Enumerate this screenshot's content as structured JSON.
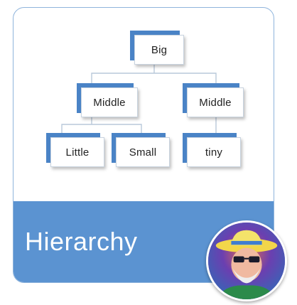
{
  "diagram": {
    "root": {
      "label": "Big"
    },
    "mid_left": {
      "label": "Middle"
    },
    "mid_right": {
      "label": "Middle"
    },
    "leaf_1": {
      "label": "Little"
    },
    "leaf_2": {
      "label": "Small"
    },
    "leaf_3": {
      "label": "tiny"
    }
  },
  "banner": {
    "title": "Hierarchy",
    "color": "#5b93d1"
  },
  "colors": {
    "node_accent": "#4a83c6",
    "card_border": "#8fb4dc",
    "connector": "#b9c9da"
  },
  "avatar": {
    "icon": "person-avatar-icon"
  }
}
